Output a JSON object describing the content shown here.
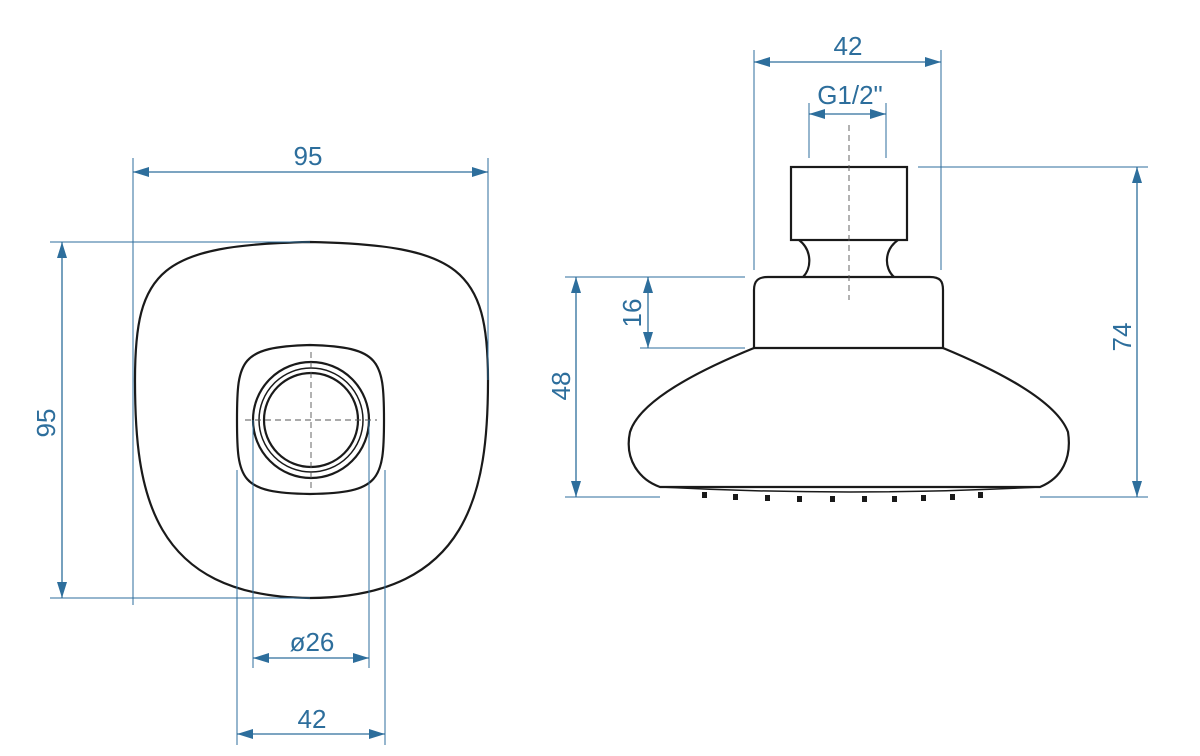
{
  "front_view": {
    "width_label": "95",
    "height_label": "95",
    "inner_diameter_label": "ø26",
    "connector_width_label": "42"
  },
  "side_view": {
    "top_width_label": "42",
    "thread_label": "G1/2\"",
    "collar_height_label": "16",
    "head_height_label": "48",
    "total_height_label": "74"
  },
  "colors": {
    "dimension": "#2d6e9c",
    "outline": "#1a1a1a"
  }
}
